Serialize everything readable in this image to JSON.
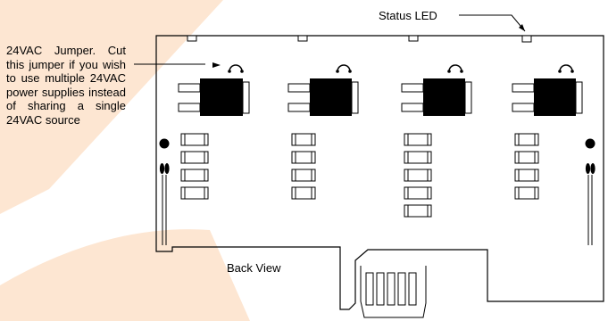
{
  "labels": {
    "status_led": "Status LED",
    "jumper_note": "24VAC Jumper. Cut this jumper if you wish to use multiple 24VAC power supplies instead of sharing a single 24VAC source",
    "back_view": "Back View"
  },
  "colors": {
    "background": "#ffffff",
    "watermark": "#fde6d2",
    "line": "#000000",
    "component_fill": "#000000"
  },
  "icons": [
    "jumper-arrow-icon",
    "status-led-pointer-icon"
  ]
}
